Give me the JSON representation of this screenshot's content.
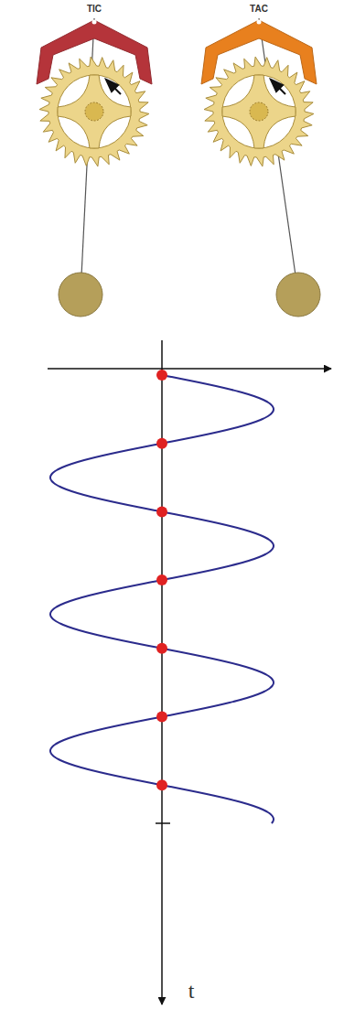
{
  "diagram": {
    "labels": [
      "TIC",
      "TAC",
      "t"
    ]
  }
}
